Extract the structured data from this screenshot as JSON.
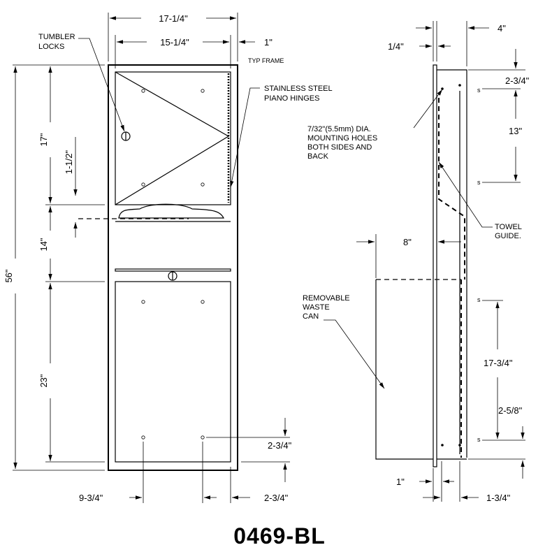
{
  "model_number": "0469-BL",
  "front_view": {
    "dims": {
      "overall_width": "17-1/4\"",
      "inner_width": "15-1/4\"",
      "frame": "1\"",
      "frame_note": "TYP FRAME",
      "height_total": "56\"",
      "upper_height": "17\"",
      "dispenser_offset": "1-1/2\"",
      "middle_height": "14\"",
      "lower_height": "23\"",
      "bottom_offset": "2-3/4\"",
      "hole_spacing": "9-3/4\"",
      "side_offset": "2-3/4\""
    },
    "labels": {
      "tumbler_locks": [
        "TUMBLER",
        "LOCKS"
      ],
      "piano_hinges": [
        "STAINLESS STEEL",
        "PIANO HINGES"
      ]
    }
  },
  "side_view": {
    "dims": {
      "wall_thickness": "1/4\"",
      "depth": "4\"",
      "top_offset": "2-3/4\"",
      "hole_spacing_upper": "13\"",
      "can_offset": "8\"",
      "hole_spacing_lower": "17-3/4\"",
      "bottom_hole": "2-5/8\"",
      "flange": "1\"",
      "base_depth": "1-3/4\""
    },
    "labels": {
      "mounting_holes": [
        "7/32\"(5.5mm) DIA.",
        "MOUNTING HOLES",
        "BOTH SIDES AND",
        "BACK"
      ],
      "towel_guide": [
        "TOWEL",
        "GUIDE."
      ],
      "waste_can": [
        "REMOVABLE",
        "WASTE",
        "CAN"
      ]
    }
  }
}
